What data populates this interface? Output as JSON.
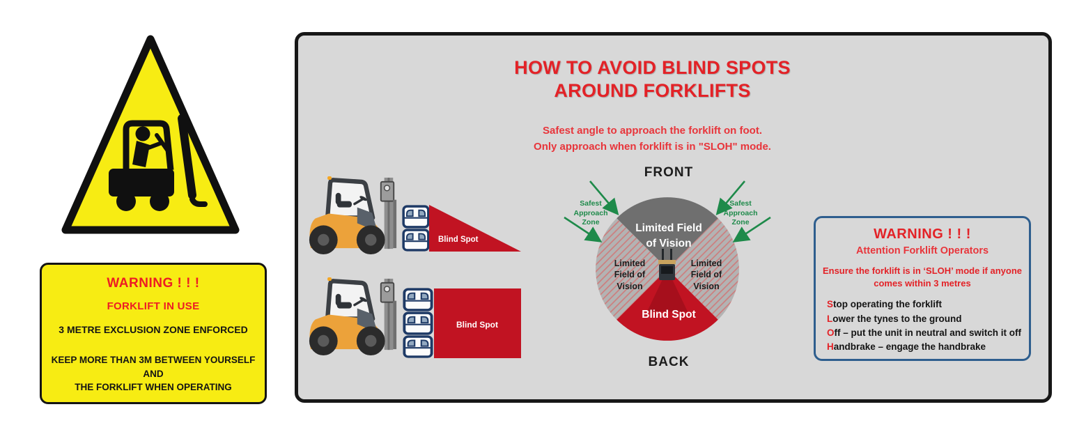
{
  "colors": {
    "accent_red": "#e32227",
    "blind_spot_red": "#c11322",
    "sign_yellow": "#f7ec13",
    "safe_green": "#1e8a4a",
    "box_blue": "#2e5e8e",
    "panel_gray": "#d8d8d8",
    "vision_dark_gray": "#6f6f6f",
    "hatch_gray": "#b3b3b3"
  },
  "left_warning": {
    "title": "WARNING ! ! !",
    "line1": "FORKLIFT IN USE",
    "line2": "3 METRE EXCLUSION ZONE ENFORCED",
    "line3": "KEEP MORE THAN 3M BETWEEN YOURSELF AND\nTHE FORKLIFT WHEN OPERATING"
  },
  "poster": {
    "title": "HOW TO AVOID BLIND SPOTS\nAROUND FORKLIFTS",
    "subtitle": "Safest angle to approach the forklift on foot.\nOnly approach when forklift is in \"SLOH\" mode.",
    "blind_spot_label": "Blind Spot",
    "diagram": {
      "front": "FRONT",
      "back": "BACK",
      "limited_top": "Limited Field\nof Vision",
      "limited_left": "Limited\nField of\nVision",
      "limited_right": "Limited\nField of\nVision",
      "blind_spot": "Blind Spot",
      "safest_zone": "Safest\nApproach\nZone"
    },
    "warning_box": {
      "title": "WARNING ! ! !",
      "subtitle": "Attention Forklift Operators",
      "ensure": "Ensure the forklift is in ‘SLOH’ mode if anyone\ncomes within 3 metres",
      "sloh": [
        {
          "lead": "S",
          "rest": "top operating the forklift"
        },
        {
          "lead": "L",
          "rest": "ower the tynes to the ground"
        },
        {
          "lead": "O",
          "rest": "ff – put the unit in neutral and switch it off"
        },
        {
          "lead": "H",
          "rest": "andbrake – engage the handbrake"
        }
      ]
    }
  }
}
